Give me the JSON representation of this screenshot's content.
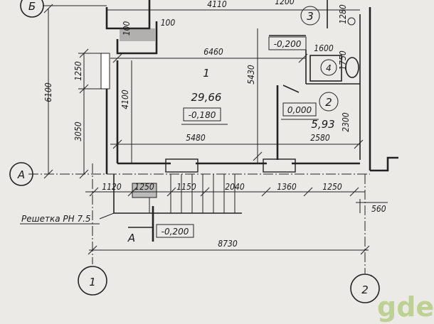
{
  "axes": {
    "a": "А",
    "b": "Б",
    "one": "1",
    "two": "2"
  },
  "rooms": [
    {
      "number": "1",
      "area": "29,66",
      "level": "-0,180"
    },
    {
      "number": "2",
      "area": "5,93",
      "level": "0,000"
    },
    {
      "number": "3",
      "level": "-0,200"
    },
    {
      "number": "4"
    }
  ],
  "dimensions": {
    "top_4110": "4110",
    "top_1200": "1200",
    "top_1280": "1280",
    "wall_100_a": "100",
    "wall_100_b": "100",
    "d_6460": "6460",
    "d_1600": "1600",
    "d_1250_v": "1250",
    "d_6100": "6100",
    "d_3050": "3050",
    "d_4100": "4100",
    "d_5430": "5430",
    "d_1750": "1750",
    "d_2300": "2300",
    "d_2580": "2580",
    "d_5480": "5480",
    "b_1120": "1120",
    "b_1250a": "1250",
    "b_1150": "1150",
    "b_2040": "2040",
    "b_1360": "1360",
    "b_1250b": "1250",
    "d_560": "560",
    "d_8730": "8730"
  },
  "annotations": {
    "grating": "Решетка РН 7.5",
    "section_mark": "А",
    "ground_level": "-0,200"
  },
  "watermark": "gde"
}
